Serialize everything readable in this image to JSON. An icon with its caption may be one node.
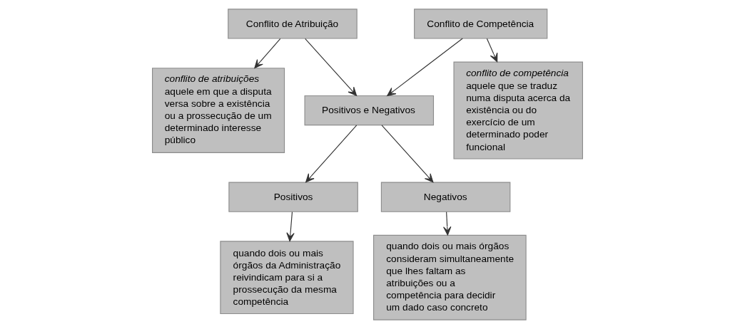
{
  "diagram": {
    "nodes": [
      {
        "text": [
          "Conflito de Atribuição"
        ]
      },
      {
        "text": [
          "Conflito de Competência"
        ]
      },
      {
        "text": [
          "conflito de atribuições",
          "aquele em que a disputa versa sobre a existência ou a prossecução de um determinado interesse público"
        ]
      },
      {
        "text": [
          "Positivos e Negativos"
        ]
      },
      {
        "text": [
          "Positivos"
        ]
      },
      {
        "text": [
          "Negativos"
        ]
      },
      {
        "text": [
          "quando dois ou mais órgãos da Administração reivindicam para si a prossecução da mesma competência"
        ]
      },
      {
        "text": [
          "quando dois ou mais órgãos consideram simultaneamente que lhes faltam as atribuições ou a competência para decidir um dado caso concreto"
        ]
      },
      {
        "text": [
          "conflito de competência",
          "aquele que se traduz numa disputa acerca da existência ou do exercício de um determinado poder funcional"
        ]
      }
    ],
    "edges": [
      {
        "from": 0,
        "to": 2,
        "arrow": "to"
      },
      {
        "from": 0,
        "to": 3,
        "arrow": "to"
      },
      {
        "from": 1,
        "to": 3,
        "arrow": "to"
      },
      {
        "from": 1,
        "to": 8,
        "arrow": "to"
      },
      {
        "from": 3,
        "to": 4,
        "arrow": "to"
      },
      {
        "from": 3,
        "to": 5,
        "arrow": "to"
      },
      {
        "from": 4,
        "to": 6,
        "arrow": "to"
      },
      {
        "from": 5,
        "to": 7,
        "arrow": "to"
      }
    ]
  }
}
